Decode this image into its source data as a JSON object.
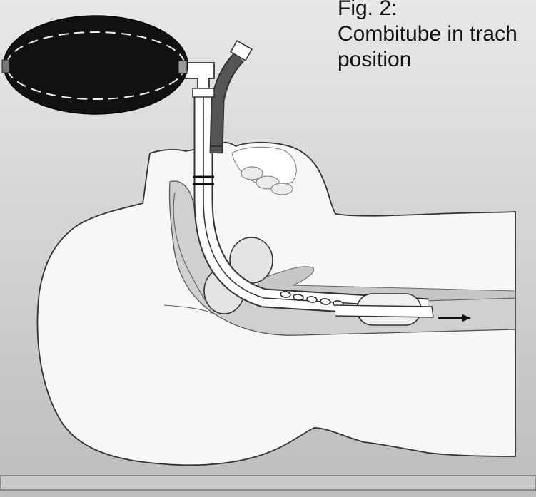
{
  "figure": {
    "label": "Fig. 2:",
    "caption_line1": "Combitube in trach",
    "caption_line2": "position"
  },
  "colors": {
    "background_top": "#e8e8e8",
    "background_bottom": "#bdbdbd",
    "head_fill": "#f7f7f7",
    "outline": "#333333",
    "bag_fill": "#111111",
    "tube_dark": "#444444",
    "airway_fill": "#d0d0d0"
  }
}
